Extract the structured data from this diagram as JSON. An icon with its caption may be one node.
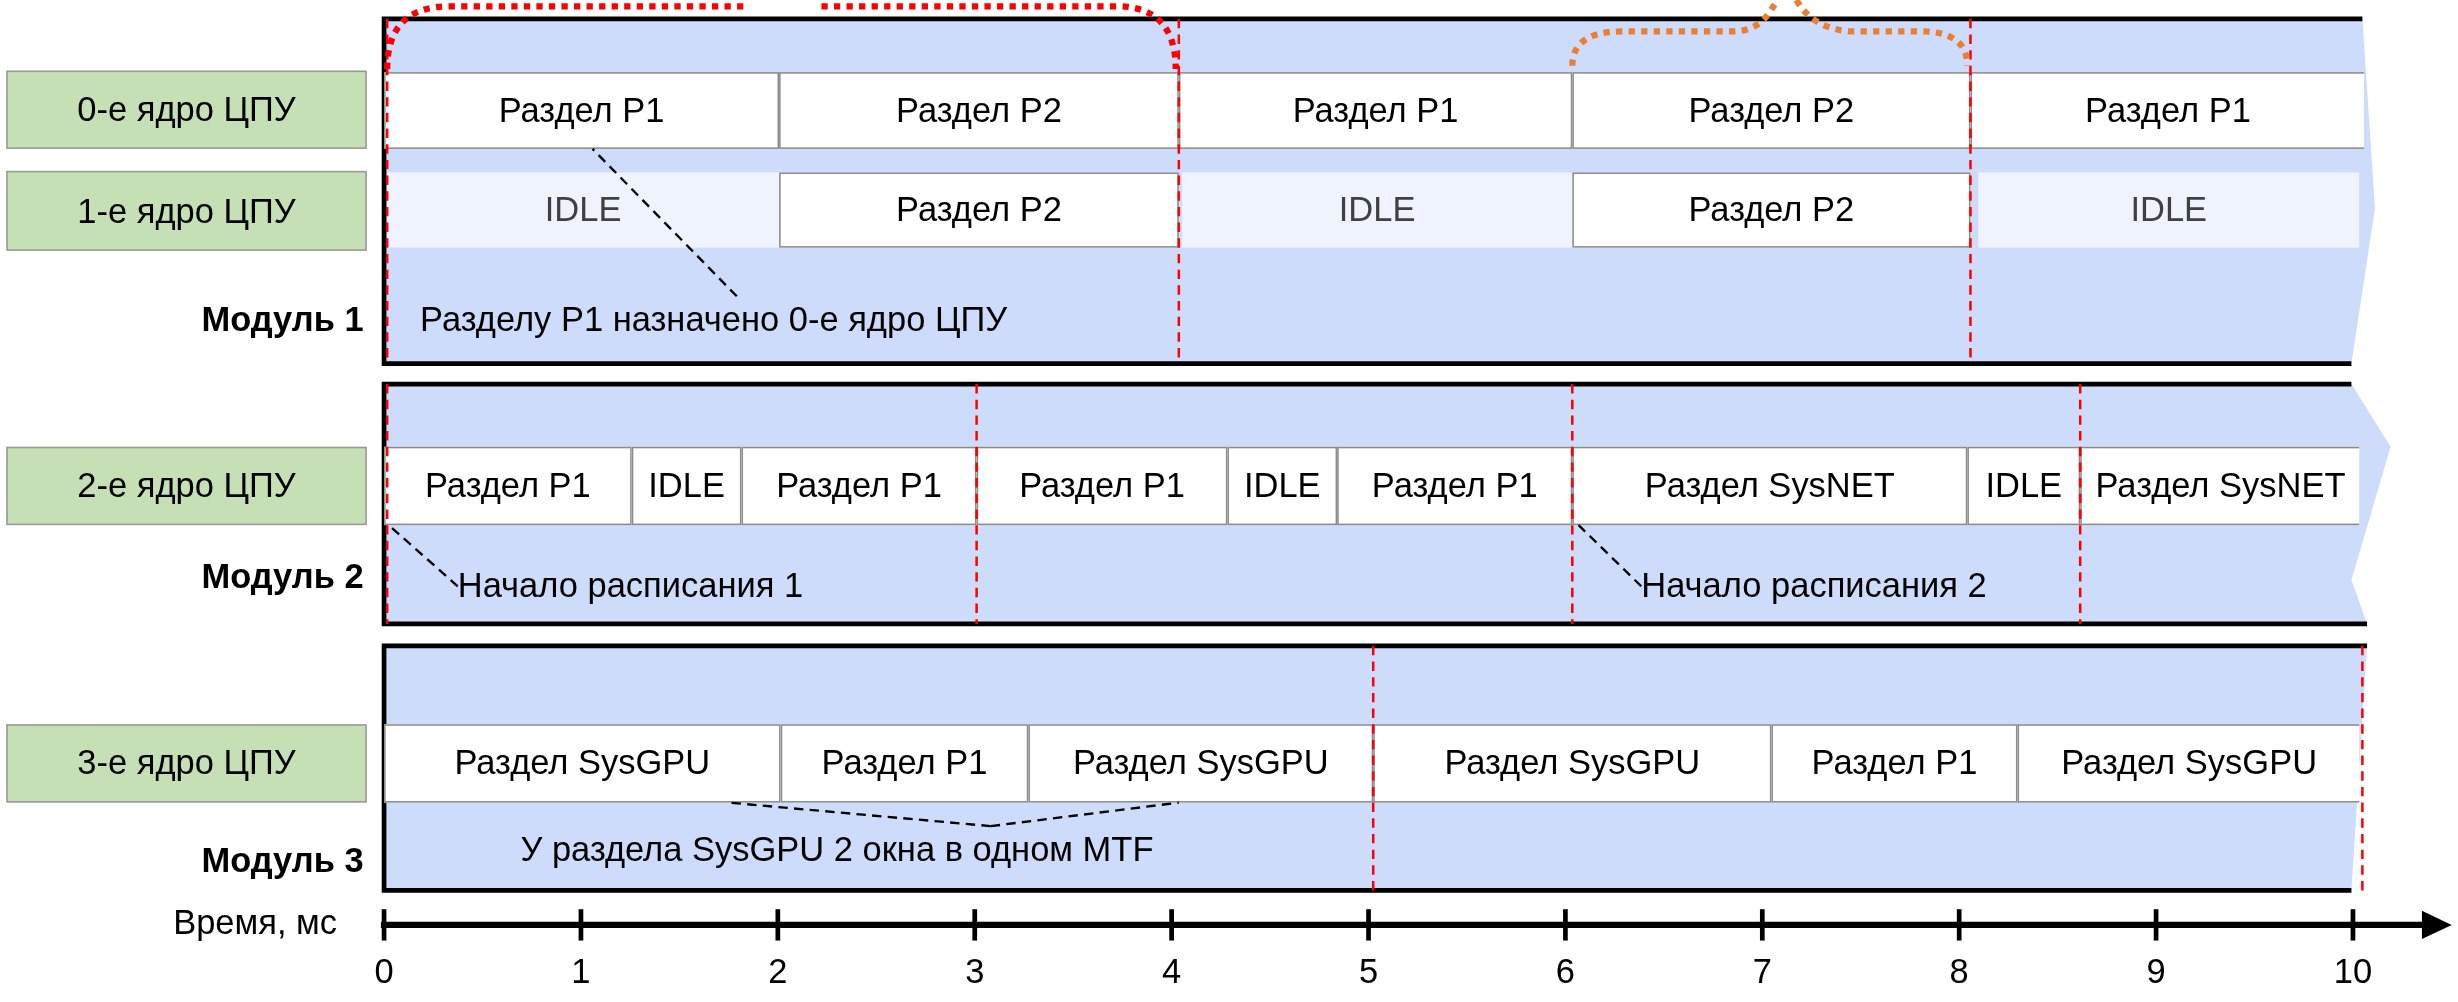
{
  "diagram": {
    "nodes": [
      {
        "text": [
          "0-е ядро ЦПУ"
        ]
      },
      {
        "text": [
          "1-е ядро ЦПУ"
        ]
      },
      {
        "text": [
          "Модуль 1"
        ]
      },
      {
        "text": [
          "Раздел P1"
        ],
        "in": 2
      },
      {
        "text": [
          "Раздел P2"
        ],
        "in": 2
      },
      {
        "text": [
          "Раздел P1"
        ],
        "in": 2
      },
      {
        "text": [
          "Раздел P2"
        ],
        "in": 2
      },
      {
        "text": [
          "Раздел P1"
        ],
        "in": 2
      },
      {
        "text": [
          "IDLE"
        ],
        "in": 2
      },
      {
        "text": [
          "Раздел P2"
        ],
        "in": 2
      },
      {
        "text": [
          "IDLE"
        ],
        "in": 2
      },
      {
        "text": [
          "Раздел P2"
        ],
        "in": 2
      },
      {
        "text": [
          "IDLE"
        ],
        "in": 2
      },
      {
        "text": [
          "Разделу P1 назначено 0-е ядро ЦПУ"
        ],
        "in": 2
      },
      {
        "text": [
          "2-е ядро ЦПУ"
        ]
      },
      {
        "text": [
          "Модуль 2"
        ]
      },
      {
        "text": [
          "Раздел P1"
        ],
        "in": 15
      },
      {
        "text": [
          "IDLE"
        ],
        "in": 15
      },
      {
        "text": [
          "Раздел P1"
        ],
        "in": 15
      },
      {
        "text": [
          "Раздел P1"
        ],
        "in": 15
      },
      {
        "text": [
          "IDLE"
        ],
        "in": 15
      },
      {
        "text": [
          "Раздел P1"
        ],
        "in": 15
      },
      {
        "text": [
          "Раздел SysNET"
        ],
        "in": 15
      },
      {
        "text": [
          "IDLE"
        ],
        "in": 15
      },
      {
        "text": [
          "Раздел SysNET"
        ],
        "in": 15
      },
      {
        "text": [
          "Начало расписания 1"
        ],
        "in": 15
      },
      {
        "text": [
          "Начало расписания 2"
        ],
        "in": 15
      },
      {
        "text": [
          "3-е ядро ЦПУ"
        ]
      },
      {
        "text": [
          "Модуль 3"
        ]
      },
      {
        "text": [
          "Раздел SysGPU"
        ],
        "in": 28
      },
      {
        "text": [
          "Раздел P1"
        ],
        "in": 28
      },
      {
        "text": [
          "Раздел SysGPU"
        ],
        "in": 28
      },
      {
        "text": [
          "Раздел SysGPU"
        ],
        "in": 28
      },
      {
        "text": [
          "Раздел P1"
        ],
        "in": 28
      },
      {
        "text": [
          "Раздел SysGPU"
        ],
        "in": 28
      },
      {
        "text": [
          "У раздела SysGPU 2 окна в одном MTF"
        ],
        "in": 28
      }
    ],
    "edges": [
      {
        "from": 13,
        "to": 3,
        "arrow": "none",
        "style": "dashed"
      },
      {
        "from": 25,
        "to": 16,
        "arrow": "none",
        "style": "dashed"
      },
      {
        "from": 26,
        "to": 22,
        "arrow": "none",
        "style": "dashed"
      },
      {
        "from": 35,
        "to": 29,
        "arrow": "none",
        "style": "dashed"
      },
      {
        "from": 35,
        "to": 31,
        "arrow": "none",
        "style": "dashed"
      }
    ],
    "labels": [
      "Время, мс",
      "0",
      "1",
      "2",
      "3",
      "4",
      "5",
      "6",
      "7",
      "8",
      "9",
      "10"
    ]
  }
}
